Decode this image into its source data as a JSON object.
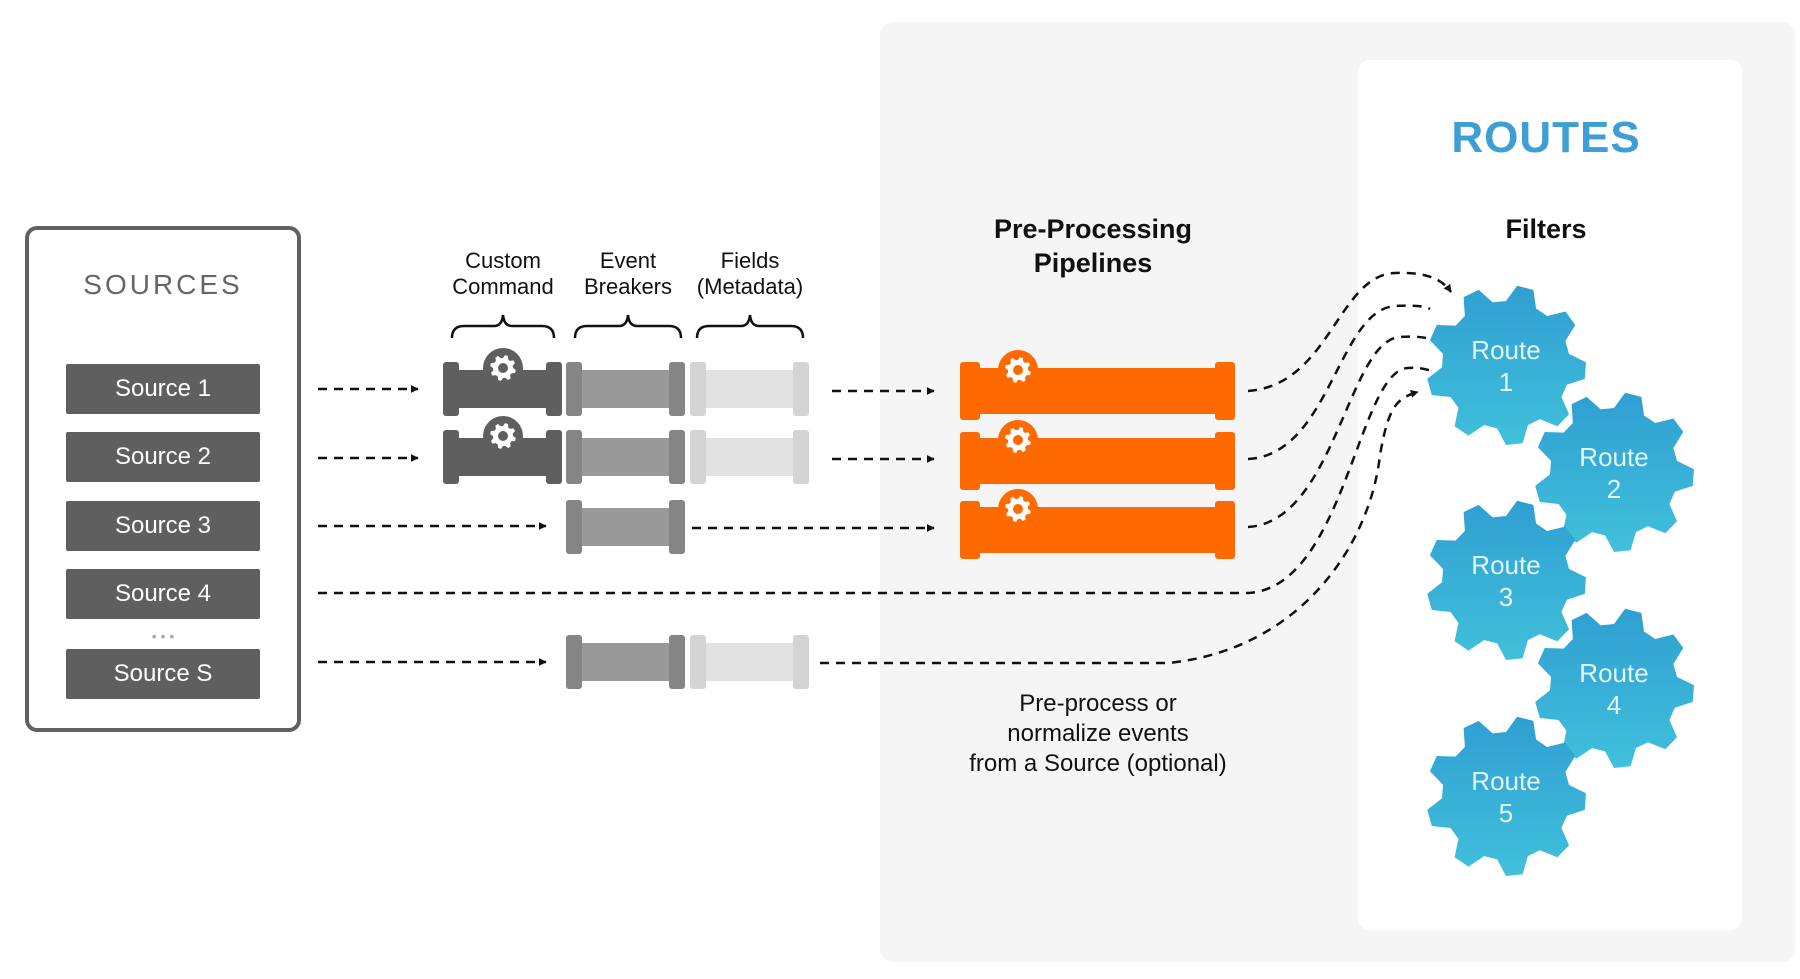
{
  "sources": {
    "title": "SOURCES",
    "items": [
      "Source 1",
      "Source 2",
      "Source 3",
      "Source 4",
      "Source S"
    ],
    "ellipsis": "• • •"
  },
  "stages": {
    "custom_command": [
      "Custom",
      "Command"
    ],
    "event_breakers": [
      "Event",
      "Breakers"
    ],
    "fields": [
      "Fields",
      "(Metadata)"
    ]
  },
  "preprocessing": {
    "title_lines": [
      "Pre-Processing",
      "Pipelines"
    ],
    "caption_lines": [
      "Pre-process or",
      "normalize events",
      "from a Source (optional)"
    ]
  },
  "routes": {
    "title": "ROUTES",
    "filters_label": "Filters",
    "items": [
      {
        "label": "Route",
        "number": "1"
      },
      {
        "label": "Route",
        "number": "2"
      },
      {
        "label": "Route",
        "number": "3"
      },
      {
        "label": "Route",
        "number": "4"
      },
      {
        "label": "Route",
        "number": "5"
      }
    ]
  },
  "colors": {
    "source_box": "#5f5f5f",
    "custom_command": "#5f5f5f",
    "event_breaker": "#999999",
    "event_breaker_cap": "#858585",
    "fields": "#e2e2e2",
    "fields_cap": "#d4d4d4",
    "pipeline": "#ff6a00",
    "route_light": "#41bfdc",
    "route_dark": "#2f9fd2",
    "routes_title": "#3d9fd3",
    "panel_bg": "#f5f5f5",
    "routes_bg": "#ffffff"
  },
  "icons": {
    "gear": "gear-icon",
    "arrow": "arrow-right-icon"
  }
}
